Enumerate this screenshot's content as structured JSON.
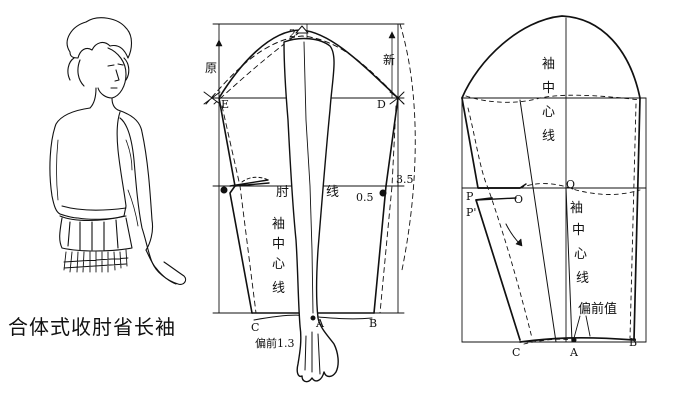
{
  "caption": "合体式收肘省长袖",
  "middle_diagram": {
    "label_original": "原",
    "label_new": "新",
    "point_2": "2",
    "point_E": "E",
    "point_D": "D",
    "elbow_label_left": "肘",
    "elbow_label_right": "线",
    "center_line_label": [
      "袖",
      "中",
      "心",
      "线"
    ],
    "dim_3_5": "3.5",
    "dim_0_5": "0.5",
    "point_C": "C",
    "point_A": "A",
    "point_B": "B",
    "offset_label": "偏前1.3"
  },
  "right_diagram": {
    "center_line_upper": [
      "袖",
      "中",
      "心",
      "线"
    ],
    "center_line_lower": [
      "袖",
      "中",
      "心",
      "线"
    ],
    "point_P": "P",
    "point_P_prime": "P'",
    "point_O": "O",
    "point_Q": "Q",
    "offset_value_label": "偏前值",
    "point_C": "C",
    "point_A": "A",
    "point_B": "B"
  }
}
